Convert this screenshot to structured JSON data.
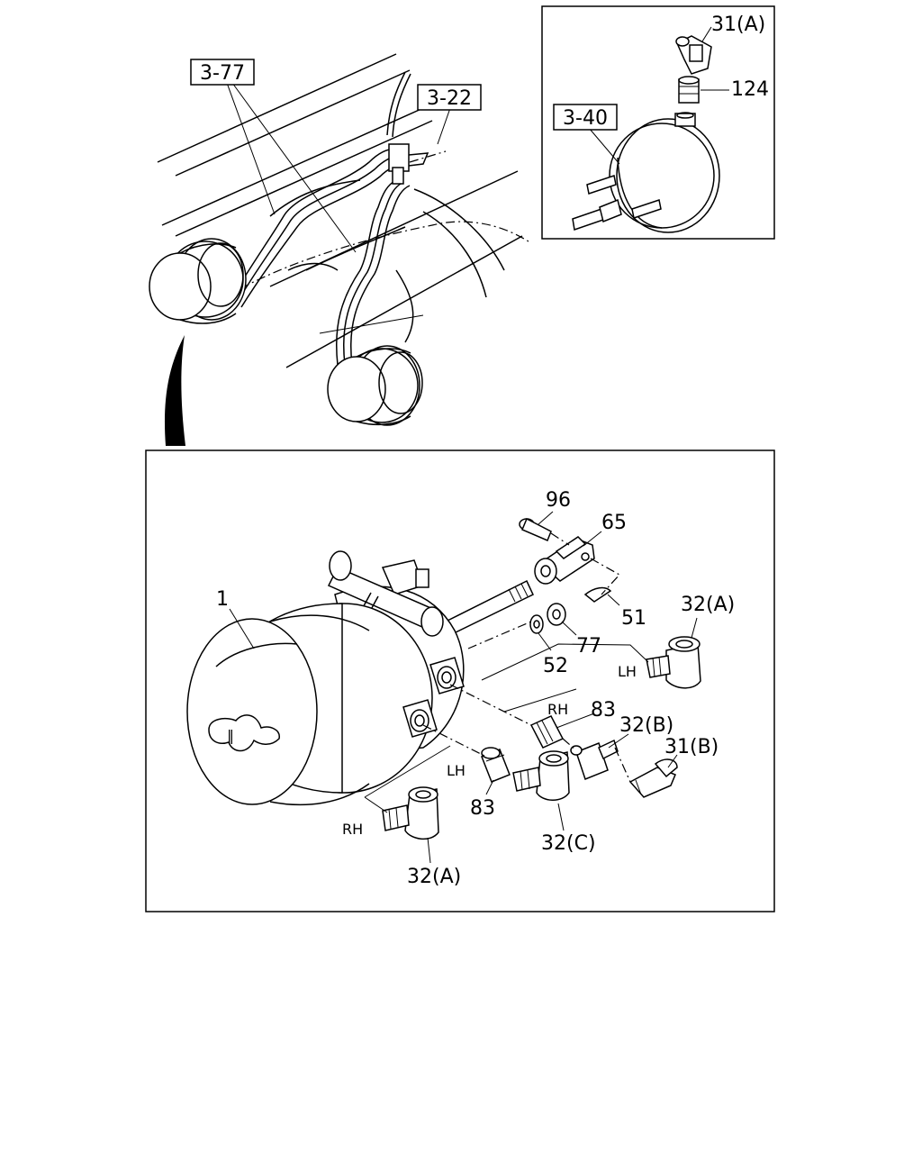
{
  "refs": {
    "r377": "3-77",
    "r322": "3-22",
    "r340": "3-40"
  },
  "inset_parts": {
    "p31a": "31(A)",
    "p124": "124"
  },
  "parts": {
    "p1": "1",
    "p96": "96",
    "p65": "65",
    "p51": "51",
    "p77": "77",
    "p52": "52",
    "p32a_top": "32(A)",
    "p83_upper": "83",
    "p32b": "32(B)",
    "p31b": "31(B)",
    "p83_lower": "83",
    "p32c": "32(C)",
    "p32a_bottom": "32(A)"
  },
  "sides": {
    "lh_top": "LH",
    "rh_mid": "RH",
    "lh_mid": "LH",
    "rh_bottom": "RH"
  },
  "colors": {
    "ink": "#000000",
    "paper": "#ffffff"
  }
}
